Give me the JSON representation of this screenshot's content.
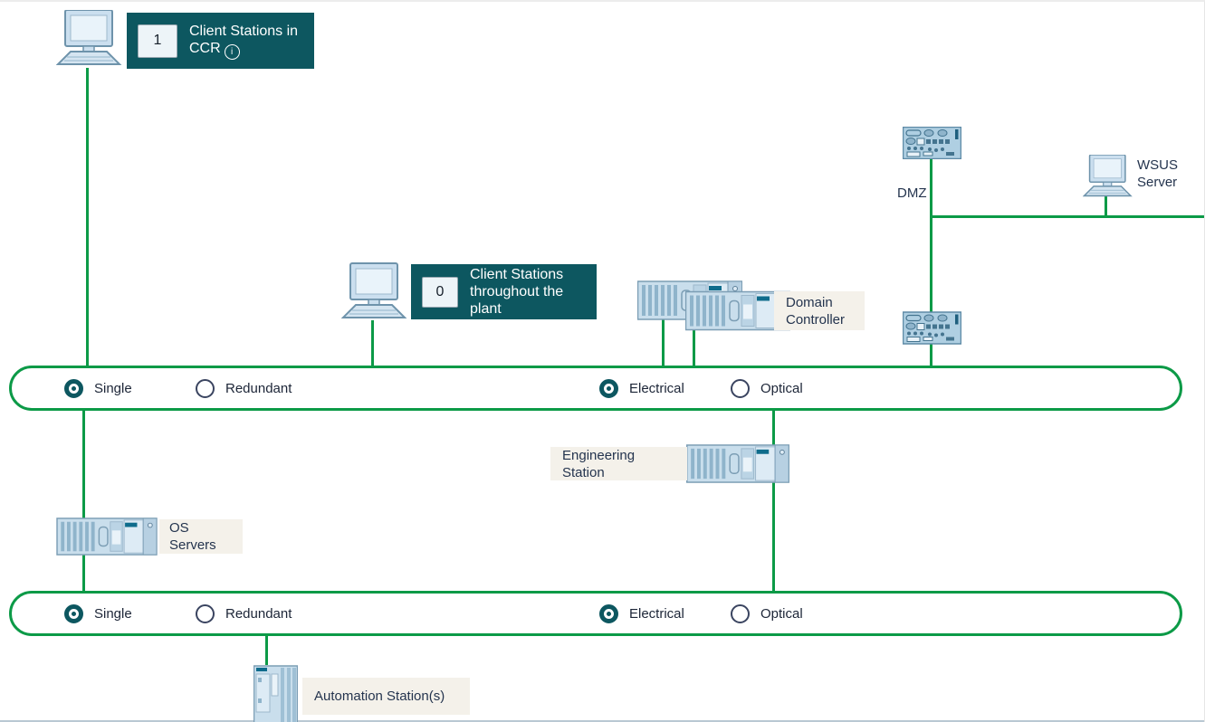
{
  "colors": {
    "line_green": "#0C9A47",
    "panel_teal": "#0D5760",
    "tag_background": "#F4F1EA"
  },
  "ccr_panel": {
    "count": "1",
    "label": "Client Stations in CCR",
    "info": "i"
  },
  "plant_panel": {
    "count": "0",
    "label": "Client Stations throughout the plant"
  },
  "labels": {
    "dmz": "DMZ",
    "wsus": "WSUS Server",
    "domain_controller": "Domain Controller",
    "os_servers": "OS Servers",
    "engineering_station": "Engineering Station",
    "automation_station": "Automation Station(s)"
  },
  "terminal_bus": {
    "radios": [
      {
        "label": "Single",
        "selected": true
      },
      {
        "label": "Redundant",
        "selected": false
      },
      {
        "label": "Electrical",
        "selected": true
      },
      {
        "label": "Optical",
        "selected": false
      }
    ]
  },
  "plant_bus": {
    "radios": [
      {
        "label": "Single",
        "selected": true
      },
      {
        "label": "Redundant",
        "selected": false
      },
      {
        "label": "Electrical",
        "selected": true
      },
      {
        "label": "Optical",
        "selected": false
      }
    ]
  }
}
